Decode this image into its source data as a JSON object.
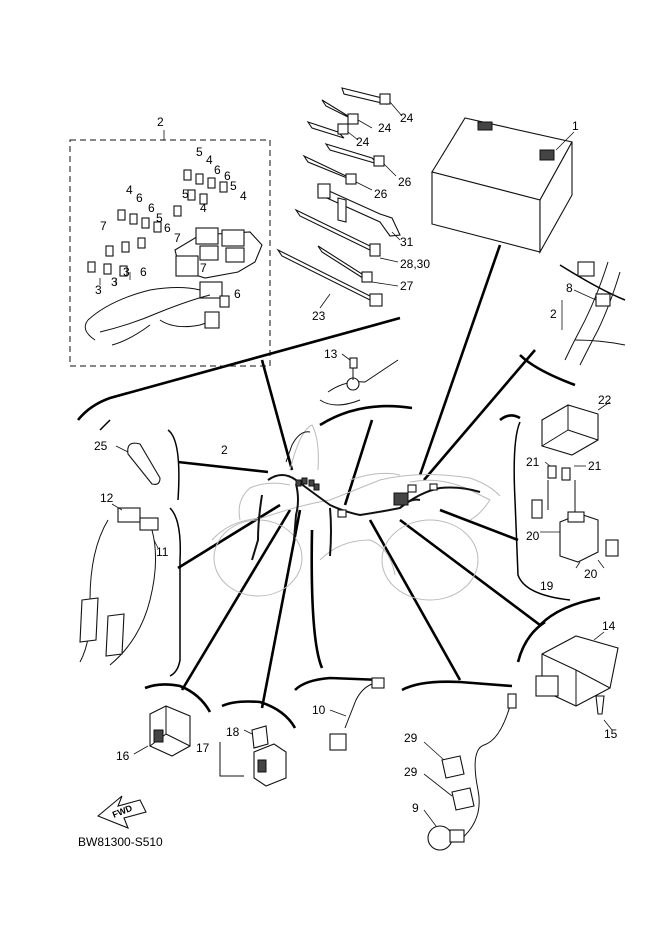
{
  "diagram": {
    "code": "BW81300-S510",
    "fwd_label": "FWD",
    "callouts": [
      {
        "id": "c1",
        "text": "1"
      },
      {
        "id": "c2a",
        "text": "2"
      },
      {
        "id": "c2b",
        "text": "2"
      },
      {
        "id": "c2c",
        "text": "2"
      },
      {
        "id": "c3a",
        "text": "3"
      },
      {
        "id": "c3b",
        "text": "3"
      },
      {
        "id": "c3c",
        "text": "3"
      },
      {
        "id": "c4a",
        "text": "4"
      },
      {
        "id": "c4b",
        "text": "4"
      },
      {
        "id": "c4c",
        "text": "4"
      },
      {
        "id": "c4d",
        "text": "4"
      },
      {
        "id": "c5a",
        "text": "5"
      },
      {
        "id": "c5b",
        "text": "5"
      },
      {
        "id": "c5c",
        "text": "5"
      },
      {
        "id": "c5d",
        "text": "5"
      },
      {
        "id": "c6a",
        "text": "6"
      },
      {
        "id": "c6b",
        "text": "6"
      },
      {
        "id": "c6c",
        "text": "6"
      },
      {
        "id": "c6d",
        "text": "6"
      },
      {
        "id": "c6e",
        "text": "6"
      },
      {
        "id": "c6f",
        "text": "6"
      },
      {
        "id": "c6g",
        "text": "6"
      },
      {
        "id": "c7a",
        "text": "7"
      },
      {
        "id": "c7b",
        "text": "7"
      },
      {
        "id": "c7c",
        "text": "7"
      },
      {
        "id": "c8",
        "text": "8"
      },
      {
        "id": "c9",
        "text": "9"
      },
      {
        "id": "c10",
        "text": "10"
      },
      {
        "id": "c11",
        "text": "11"
      },
      {
        "id": "c12",
        "text": "12"
      },
      {
        "id": "c13",
        "text": "13"
      },
      {
        "id": "c14",
        "text": "14"
      },
      {
        "id": "c15",
        "text": "15"
      },
      {
        "id": "c16",
        "text": "16"
      },
      {
        "id": "c17",
        "text": "17"
      },
      {
        "id": "c18",
        "text": "18"
      },
      {
        "id": "c19",
        "text": "19"
      },
      {
        "id": "c20a",
        "text": "20"
      },
      {
        "id": "c20b",
        "text": "20"
      },
      {
        "id": "c21a",
        "text": "21"
      },
      {
        "id": "c21b",
        "text": "21"
      },
      {
        "id": "c22",
        "text": "22"
      },
      {
        "id": "c23",
        "text": "23"
      },
      {
        "id": "c24a",
        "text": "24"
      },
      {
        "id": "c24b",
        "text": "24"
      },
      {
        "id": "c24c",
        "text": "24"
      },
      {
        "id": "c25",
        "text": "25"
      },
      {
        "id": "c26a",
        "text": "26"
      },
      {
        "id": "c26b",
        "text": "26"
      },
      {
        "id": "c27",
        "text": "27"
      },
      {
        "id": "c28",
        "text": "28,30"
      },
      {
        "id": "c29a",
        "text": "29"
      },
      {
        "id": "c29b",
        "text": "29"
      },
      {
        "id": "c31",
        "text": "31"
      }
    ]
  }
}
